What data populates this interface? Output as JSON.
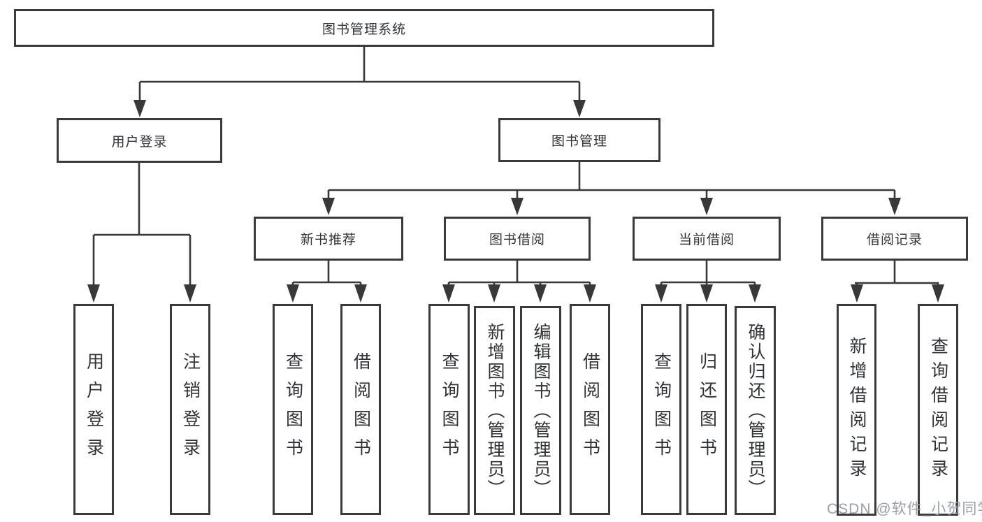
{
  "colors": {
    "line": "#383838",
    "border": "#3a3a3a",
    "text": "#2f3338",
    "watermark": "#9aa0a8"
  },
  "tree": {
    "root": {
      "label": "图书管理系统"
    },
    "level2": [
      {
        "label": "用户登录",
        "children": [
          {
            "label": "用户登录"
          },
          {
            "label": "注销登录"
          }
        ]
      },
      {
        "label": "图书管理",
        "children": [
          {
            "label": "新书推荐",
            "children": [
              {
                "label": "查询图书"
              },
              {
                "label": "借阅图书"
              }
            ]
          },
          {
            "label": "图书借阅",
            "children": [
              {
                "label": "查询图书"
              },
              {
                "label": "新增图书（管理员）"
              },
              {
                "label": "编辑图书（管理员）"
              },
              {
                "label": "借阅图书"
              }
            ]
          },
          {
            "label": "当前借阅",
            "children": [
              {
                "label": "查询图书"
              },
              {
                "label": "归还图书"
              },
              {
                "label": "确认归还（管理员）"
              }
            ]
          },
          {
            "label": "借阅记录",
            "children": [
              {
                "label": "新增借阅记录"
              },
              {
                "label": "查询借阅记录"
              }
            ]
          }
        ]
      }
    ]
  },
  "watermark": {
    "text": "CSDN @软件_小贺同学"
  }
}
